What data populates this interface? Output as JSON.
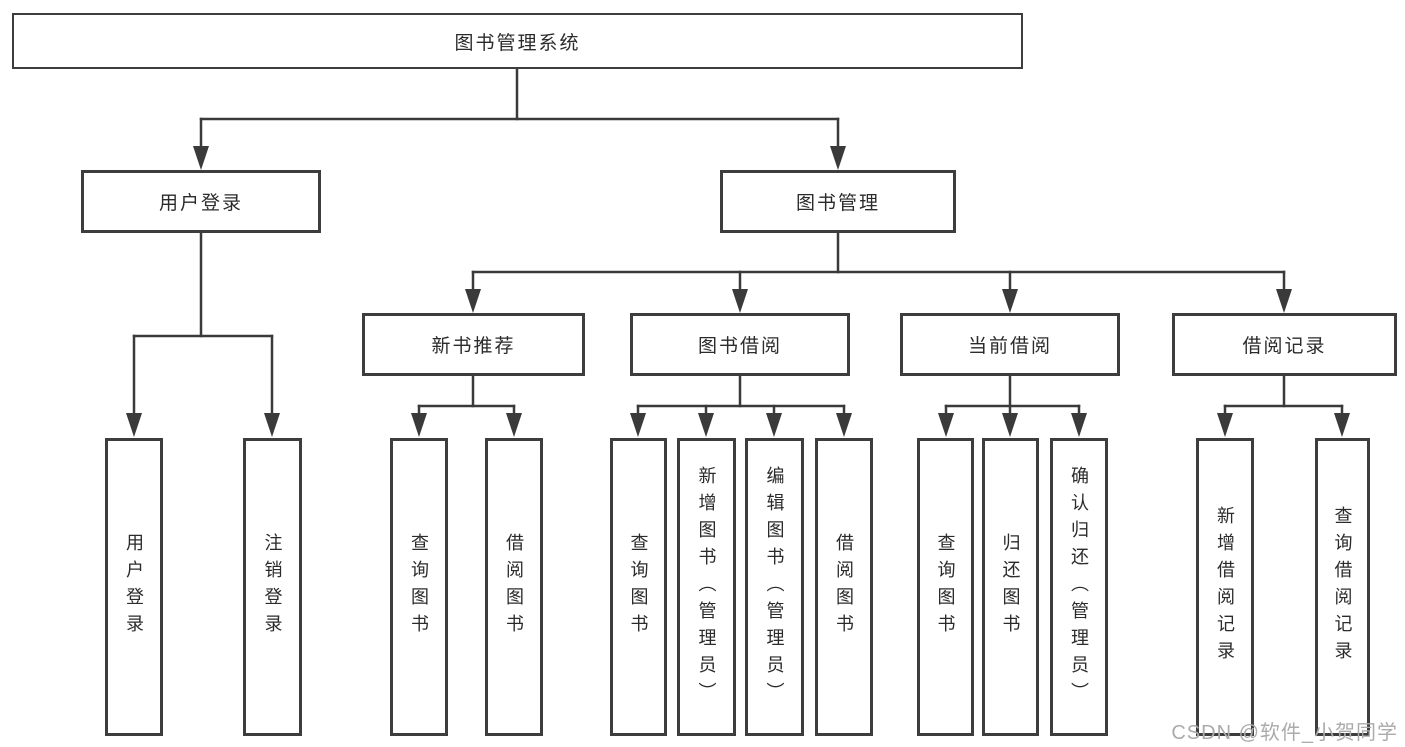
{
  "diagram_title": "图书管理系统",
  "nodes": {
    "root": "图书管理系统",
    "user_login": "用户登录",
    "book_mgmt": "图书管理",
    "new_book_rec": "新书推荐",
    "book_borrow": "图书借阅",
    "current_borrow": "当前借阅",
    "borrow_record": "借阅记录",
    "leaf_user_login": "用户登录",
    "leaf_logout": "注销登录",
    "leaf_query_book_1": "查询图书",
    "leaf_borrow_book_1": "借阅图书",
    "leaf_query_book_2": "查询图书",
    "leaf_add_book": "新增图书（管理员）",
    "leaf_edit_book": "编辑图书（管理员）",
    "leaf_borrow_book_2": "借阅图书",
    "leaf_query_book_3": "查询图书",
    "leaf_return_book": "归还图书",
    "leaf_confirm_return": "确认归还（管理员）",
    "leaf_add_record": "新增借阅记录",
    "leaf_query_record": "查询借阅记录"
  },
  "hierarchy": {
    "图书管理系统": [
      "用户登录",
      "图书管理"
    ],
    "用户登录": [
      "用户登录",
      "注销登录"
    ],
    "图书管理": [
      "新书推荐",
      "图书借阅",
      "当前借阅",
      "借阅记录"
    ],
    "新书推荐": [
      "查询图书",
      "借阅图书"
    ],
    "图书借阅": [
      "查询图书",
      "新增图书（管理员）",
      "编辑图书（管理员）",
      "借阅图书"
    ],
    "当前借阅": [
      "查询图书",
      "归还图书",
      "确认归还（管理员）"
    ],
    "借阅记录": [
      "新增借阅记录",
      "查询借阅记录"
    ]
  },
  "watermark": "CSDN @软件_小贺同学",
  "colors": {
    "box_border": "#3d3d3d",
    "connector": "#3a3a3a",
    "text": "#2b2b2b",
    "watermark_text": "#ababab"
  }
}
